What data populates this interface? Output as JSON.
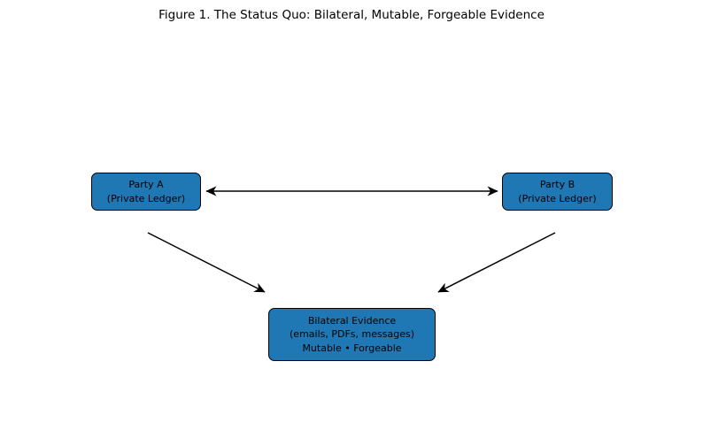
{
  "figure": {
    "title": "Figure 1. The Status Quo: Bilateral, Mutable, Forgeable Evidence",
    "colors": {
      "background": "#ffffff",
      "box_fill": "#1f77b4",
      "box_border": "#000000",
      "arrow": "#000000",
      "text": "#000000"
    }
  },
  "nodes": {
    "party_a": {
      "lines": [
        "Party A",
        "(Private Ledger)"
      ]
    },
    "party_b": {
      "lines": [
        "Party B",
        "(Private Ledger)"
      ]
    },
    "evidence": {
      "lines": [
        "Bilateral Evidence",
        "(emails, PDFs, messages)",
        "Mutable • Forgeable"
      ]
    }
  },
  "edges": [
    {
      "name": "party-a-party-b",
      "type": "bidirectional"
    },
    {
      "name": "party-a-evidence",
      "type": "directed"
    },
    {
      "name": "party-b-evidence",
      "type": "directed"
    }
  ]
}
